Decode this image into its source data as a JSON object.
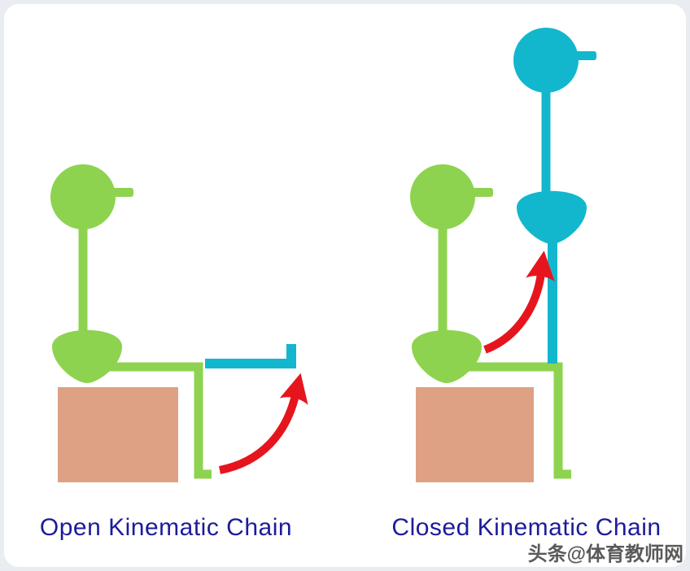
{
  "diagram": {
    "left_label": "Open Kinematic Chain",
    "right_label": "Closed Kinematic Chain"
  },
  "watermark": "头条@体育教师网",
  "icons": {
    "motion_arrow": "curved-red-arrow",
    "figure_head": "head-circle",
    "figure_nose": "head-nub",
    "figure_pelvis": "pelvis-shape",
    "bench": "support-bench"
  },
  "colors": {
    "green": "#8ed34f",
    "teal": "#12b7cd",
    "salmon": "#dea183",
    "red": "#e6151d",
    "label-blue": "#1c1c99",
    "panel": "#ffffff",
    "backdrop": "#e9edf2",
    "watermark-gray": "#5a5a5a"
  }
}
